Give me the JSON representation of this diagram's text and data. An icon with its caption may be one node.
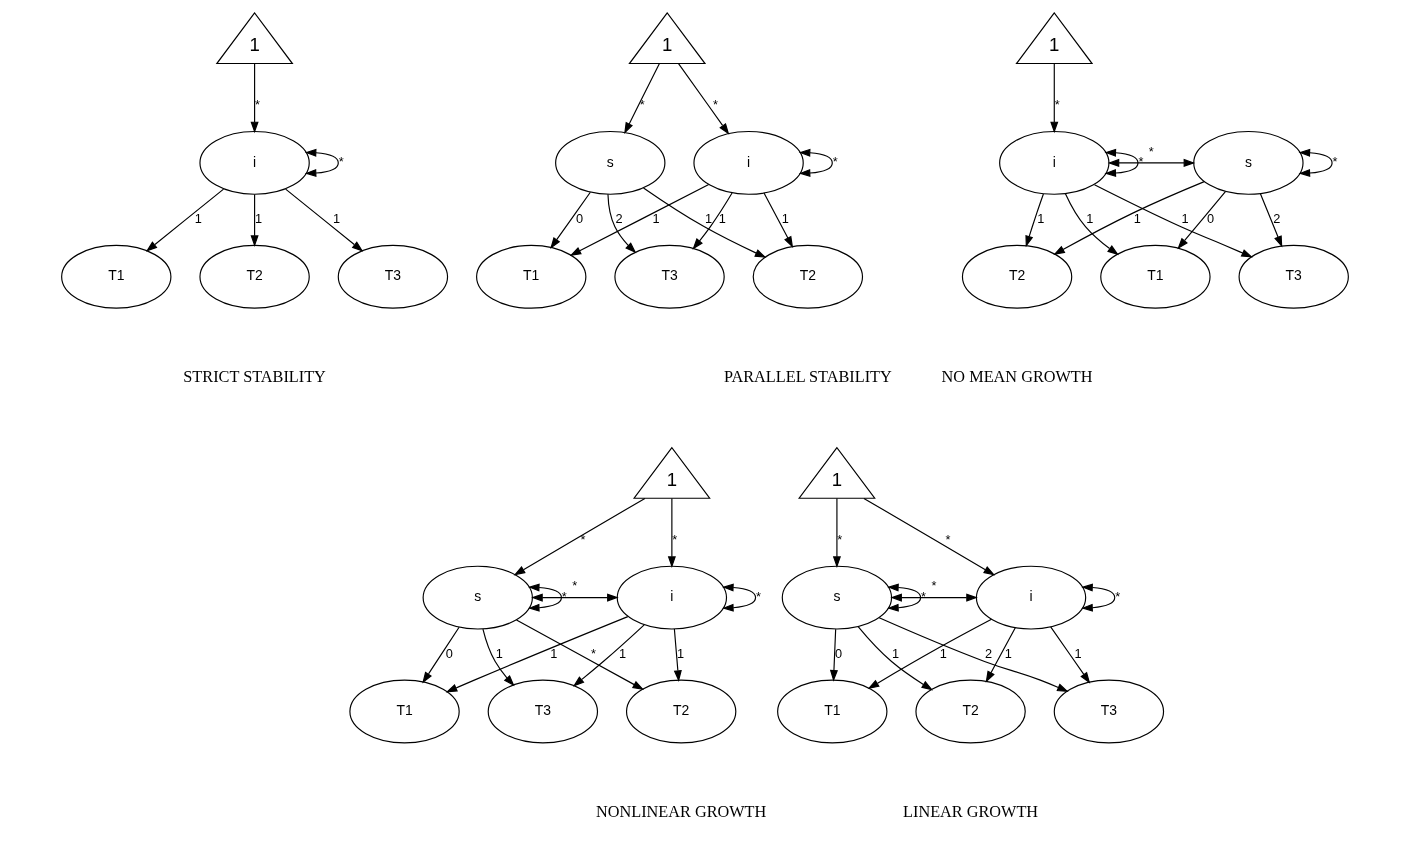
{
  "diagram": {
    "nodes": [
      {
        "text": [
          "1"
        ]
      },
      {
        "text": [
          "i"
        ]
      },
      {
        "text": [
          "T1"
        ]
      },
      {
        "text": [
          "T2"
        ]
      },
      {
        "text": [
          "T3"
        ]
      },
      {
        "text": [
          "1"
        ]
      },
      {
        "text": [
          "i"
        ]
      },
      {
        "text": [
          "s"
        ]
      },
      {
        "text": [
          "T1"
        ]
      },
      {
        "text": [
          "T2"
        ]
      },
      {
        "text": [
          "T3"
        ]
      },
      {
        "text": [
          "1"
        ]
      },
      {
        "text": [
          "i"
        ]
      },
      {
        "text": [
          "s"
        ]
      },
      {
        "text": [
          "T1"
        ]
      },
      {
        "text": [
          "T2"
        ]
      },
      {
        "text": [
          "T3"
        ]
      },
      {
        "text": [
          "1"
        ]
      },
      {
        "text": [
          "i"
        ]
      },
      {
        "text": [
          "s"
        ]
      },
      {
        "text": [
          "T1"
        ]
      },
      {
        "text": [
          "T2"
        ]
      },
      {
        "text": [
          "T3"
        ]
      },
      {
        "text": [
          "1"
        ]
      },
      {
        "text": [
          "i"
        ]
      },
      {
        "text": [
          "s"
        ]
      },
      {
        "text": [
          "T1"
        ]
      },
      {
        "text": [
          "T2"
        ]
      },
      {
        "text": [
          "T3"
        ]
      }
    ],
    "edges": [
      {
        "from": 0,
        "to": 1,
        "arrow": "to",
        "label": "*"
      },
      {
        "from": 1,
        "to": 1,
        "arrow": "both",
        "label": "*"
      },
      {
        "from": 1,
        "to": 2,
        "arrow": "to",
        "label": "1"
      },
      {
        "from": 1,
        "to": 3,
        "arrow": "to",
        "label": "1"
      },
      {
        "from": 1,
        "to": 4,
        "arrow": "to",
        "label": "1"
      },
      {
        "from": 5,
        "to": 6,
        "arrow": "to",
        "label": "*"
      },
      {
        "from": 5,
        "to": 7,
        "arrow": "to",
        "label": "*"
      },
      {
        "from": 6,
        "to": 6,
        "arrow": "both",
        "label": "*"
      },
      {
        "from": 6,
        "to": 8,
        "arrow": "to",
        "label": "1"
      },
      {
        "from": 6,
        "to": 9,
        "arrow": "to",
        "label": "1"
      },
      {
        "from": 6,
        "to": 10,
        "arrow": "to",
        "label": "1"
      },
      {
        "from": 7,
        "to": 8,
        "arrow": "to",
        "label": "0"
      },
      {
        "from": 7,
        "to": 9,
        "arrow": "to",
        "label": "1"
      },
      {
        "from": 7,
        "to": 10,
        "arrow": "to",
        "label": "2"
      },
      {
        "from": 11,
        "to": 12,
        "arrow": "to",
        "label": "*"
      },
      {
        "from": 12,
        "to": 13,
        "arrow": "both",
        "label": "*"
      },
      {
        "from": 12,
        "to": 12,
        "arrow": "both",
        "label": "*"
      },
      {
        "from": 13,
        "to": 13,
        "arrow": "both",
        "label": "*"
      },
      {
        "from": 12,
        "to": 14,
        "arrow": "to",
        "label": "1"
      },
      {
        "from": 12,
        "to": 15,
        "arrow": "to",
        "label": "1"
      },
      {
        "from": 12,
        "to": 16,
        "arrow": "to",
        "label": "1"
      },
      {
        "from": 13,
        "to": 14,
        "arrow": "to",
        "label": "0"
      },
      {
        "from": 13,
        "to": 15,
        "arrow": "to",
        "label": "1"
      },
      {
        "from": 13,
        "to": 16,
        "arrow": "to",
        "label": "2"
      },
      {
        "from": 17,
        "to": 18,
        "arrow": "to",
        "label": "*"
      },
      {
        "from": 17,
        "to": 19,
        "arrow": "to",
        "label": "*"
      },
      {
        "from": 18,
        "to": 19,
        "arrow": "both",
        "label": "*"
      },
      {
        "from": 18,
        "to": 18,
        "arrow": "both",
        "label": "*"
      },
      {
        "from": 19,
        "to": 19,
        "arrow": "both",
        "label": "*"
      },
      {
        "from": 18,
        "to": 20,
        "arrow": "to",
        "label": "1"
      },
      {
        "from": 18,
        "to": 21,
        "arrow": "to",
        "label": "1"
      },
      {
        "from": 18,
        "to": 22,
        "arrow": "to",
        "label": "1"
      },
      {
        "from": 19,
        "to": 20,
        "arrow": "to",
        "label": "0"
      },
      {
        "from": 19,
        "to": 21,
        "arrow": "to",
        "label": "1"
      },
      {
        "from": 19,
        "to": 22,
        "arrow": "to",
        "label": "2"
      },
      {
        "from": 23,
        "to": 24,
        "arrow": "to",
        "label": "*"
      },
      {
        "from": 23,
        "to": 25,
        "arrow": "to",
        "label": "*"
      },
      {
        "from": 24,
        "to": 25,
        "arrow": "both",
        "label": "*"
      },
      {
        "from": 24,
        "to": 24,
        "arrow": "both",
        "label": "*"
      },
      {
        "from": 25,
        "to": 25,
        "arrow": "both",
        "label": "*"
      },
      {
        "from": 24,
        "to": 26,
        "arrow": "to",
        "label": "1"
      },
      {
        "from": 24,
        "to": 27,
        "arrow": "to",
        "label": "1"
      },
      {
        "from": 24,
        "to": 28,
        "arrow": "to",
        "label": "1"
      },
      {
        "from": 25,
        "to": 26,
        "arrow": "to",
        "label": "0"
      },
      {
        "from": 25,
        "to": 27,
        "arrow": "to",
        "label": "*"
      },
      {
        "from": 25,
        "to": 28,
        "arrow": "to",
        "label": "1"
      }
    ],
    "labels": [
      "STRICT STABILITY",
      "PARALLEL STABILITY",
      "NO MEAN GROWTH",
      "LINEAR GROWTH",
      "NONLINEAR GROWTH"
    ]
  }
}
